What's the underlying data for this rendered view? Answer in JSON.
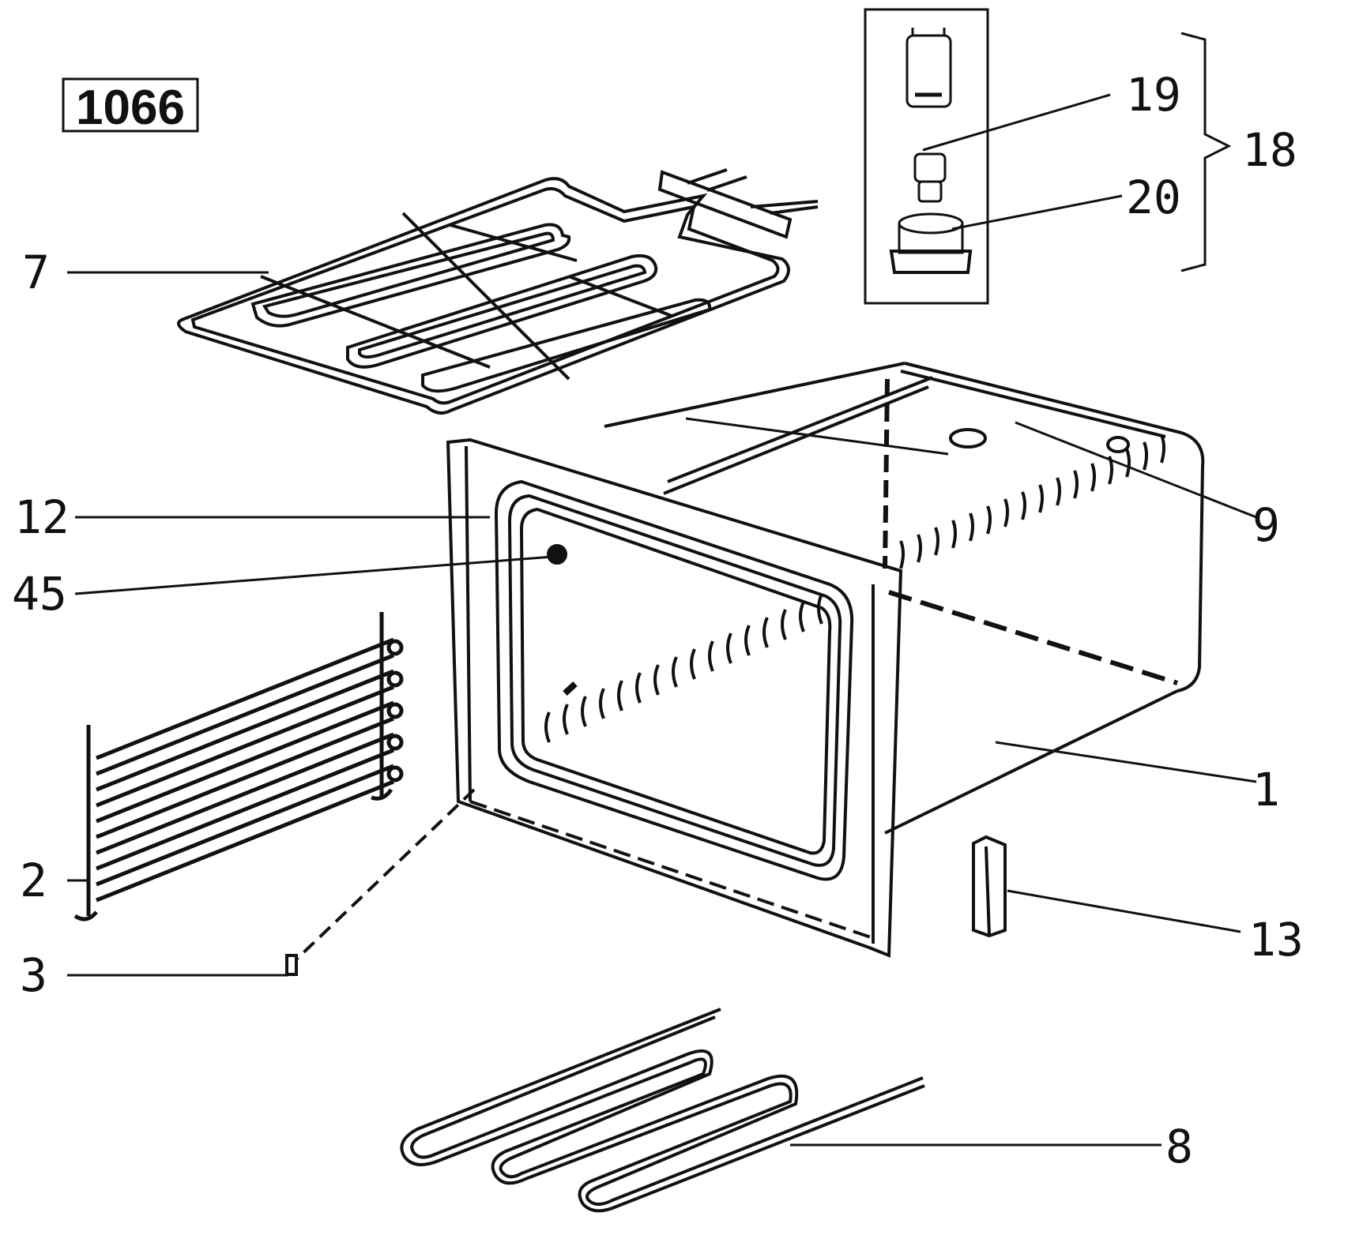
{
  "diagram": {
    "code": "1066",
    "parts": {
      "p1": "1",
      "p2": "2",
      "p3": "3",
      "p7": "7",
      "p8": "8",
      "p9": "9",
      "p12": "12",
      "p13": "13",
      "p18": "18",
      "p19": "19",
      "p20": "20",
      "p45": "45"
    }
  }
}
